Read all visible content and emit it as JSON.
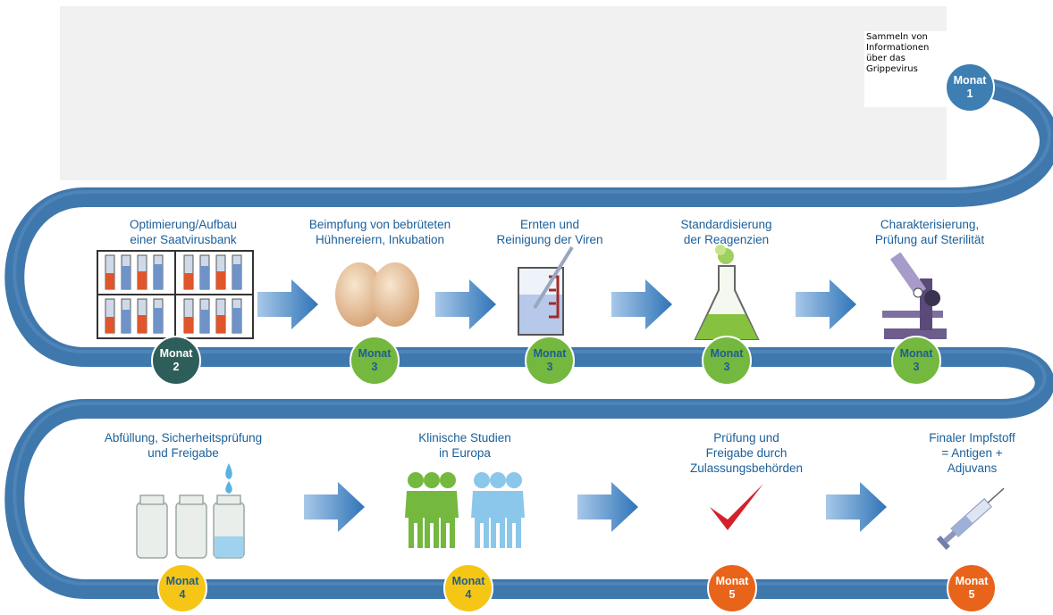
{
  "note": {
    "lines": [
      "Sammeln von",
      "Informationen",
      "über das",
      "Grippevirus"
    ]
  },
  "badge_word": "Monat",
  "steps": [
    {
      "title": "Optimierung/Aufbau\neiner Saatvirusbank",
      "month": "2",
      "icon": "test-tube-rack-icon"
    },
    {
      "title": "Beimpfung von bebrüteten\nHühnereiern, Inkubation",
      "month": "3",
      "icon": "eggs-icon"
    },
    {
      "title": "Ernten und\nReinigung der Viren",
      "month": "3",
      "icon": "beaker-icon"
    },
    {
      "title": "Standardisierung\nder Reagenzien",
      "month": "3",
      "icon": "flask-icon"
    },
    {
      "title": "Charakterisierung,\nPrüfung auf Sterilität",
      "month": "3",
      "icon": "microscope-icon"
    },
    {
      "title": "Abfüllung, Sicherheitsprüfung\nund Freigabe",
      "month": "4",
      "icon": "vials-icon"
    },
    {
      "title": "Klinische Studien\nin Europa",
      "month": "4",
      "icon": "people-icon"
    },
    {
      "title": "Prüfung und\nFreigabe durch\nZulassungsbehörden",
      "month": "5",
      "icon": "checkmark-icon"
    },
    {
      "title": "Finaler Impfstoff\n= Antigen +\nAdjuvans",
      "month": "5",
      "icon": "syringe-icon"
    }
  ],
  "first_badge_month": "1",
  "colors": {
    "track": "#3f78ad",
    "title_text": "#1a5f9a",
    "arrow": "#3a7fbf",
    "badge_month1": "#3d7fb3",
    "badge_month2": "#2e5e5a",
    "badge_month3": "#74b83f",
    "badge_month4": "#f6c616",
    "badge_month5": "#e8641a"
  }
}
